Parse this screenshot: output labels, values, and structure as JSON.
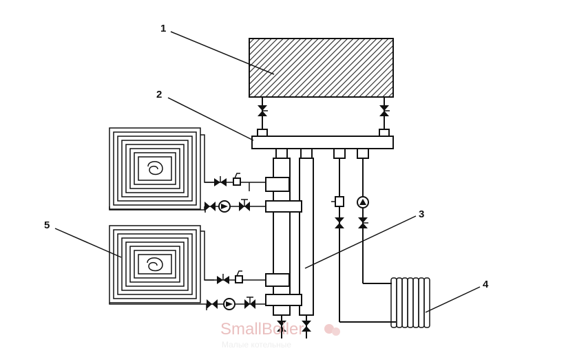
{
  "labels": {
    "radiator": "1",
    "distributor": "2",
    "manifold": "3",
    "heater_coil": "4",
    "floor_loop": "5"
  },
  "watermark": {
    "brand": "SmallBoiler",
    "subtitle": "Малые котельные"
  }
}
